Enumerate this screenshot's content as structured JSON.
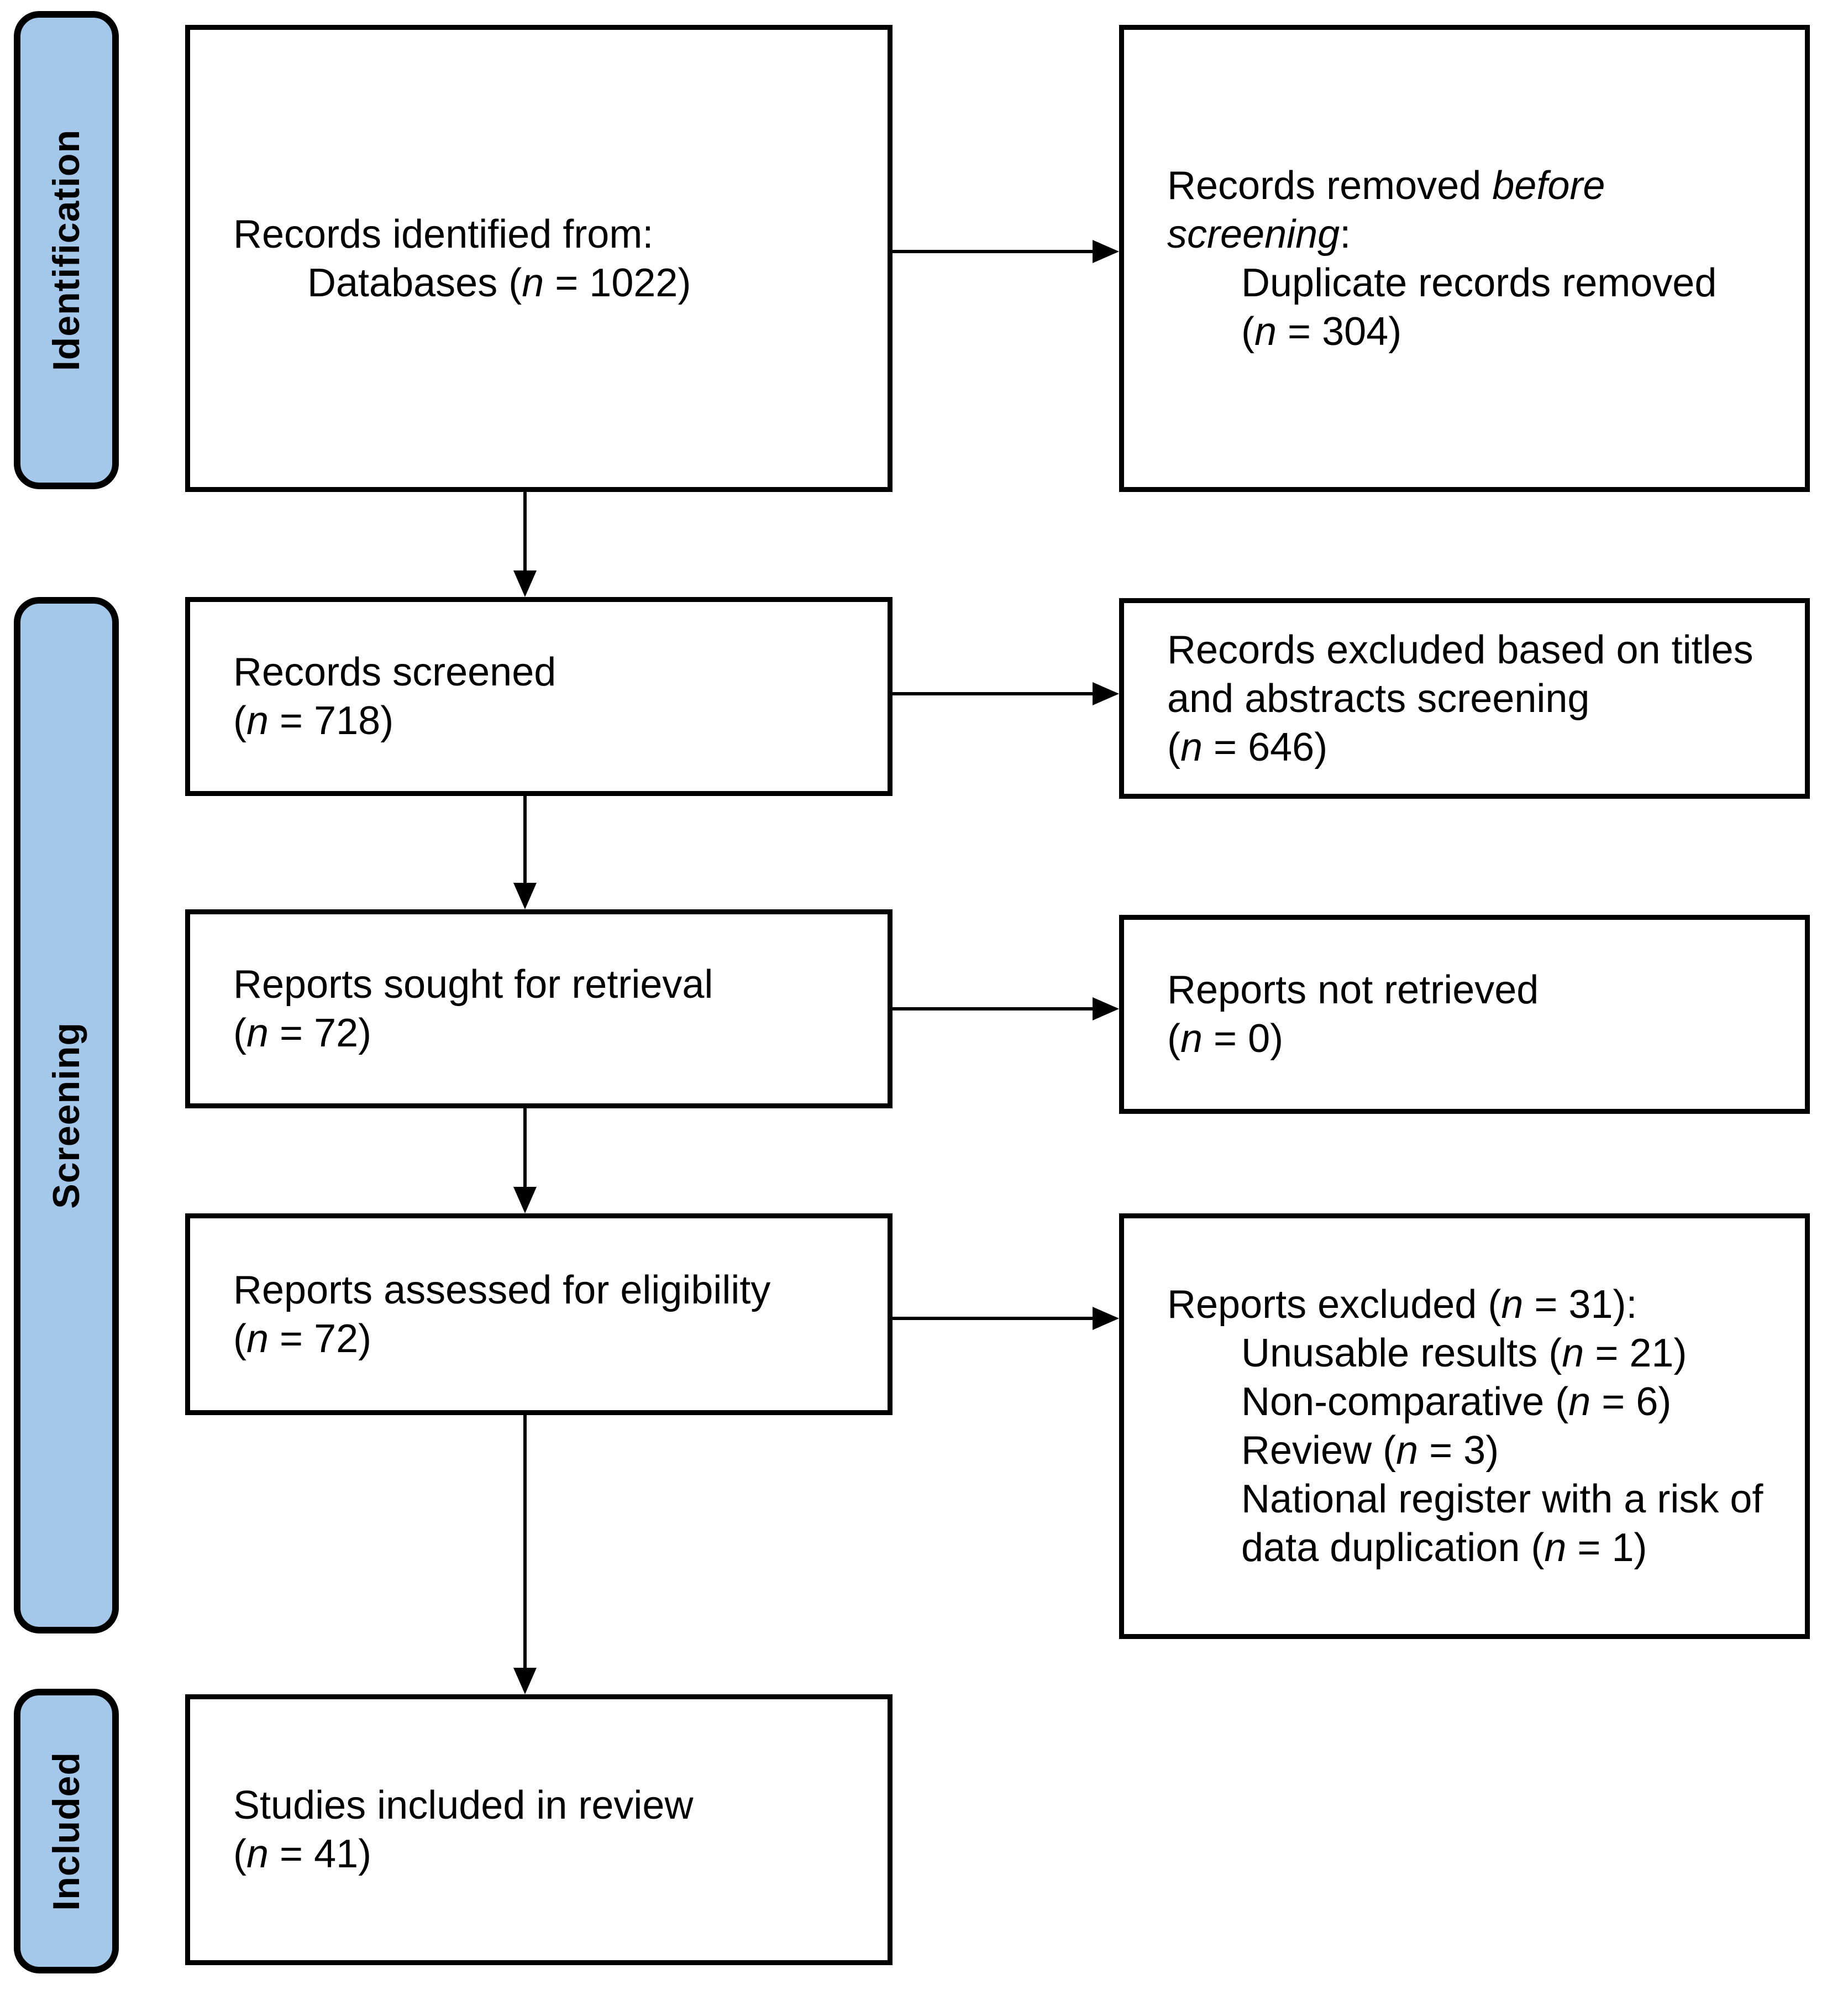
{
  "colors": {
    "background": "#FFFFFF",
    "stage_fill": "#A4C7EA",
    "box_fill": "#FFFFFF",
    "line": "#000000",
    "text": "#000000"
  },
  "stages": [
    {
      "id": "identification",
      "label": "Identification"
    },
    {
      "id": "screening",
      "label": "Screening"
    },
    {
      "id": "included",
      "label": "Included"
    }
  ],
  "boxes": {
    "identified": {
      "lines": [
        {
          "text": "Records identified from:",
          "indent": false
        },
        {
          "text": "Databases (*n* = 1022)",
          "indent": true
        }
      ]
    },
    "removed_before_screening": {
      "lines": [
        {
          "text": "Records removed *before*",
          "indent": false
        },
        {
          "text": "*screening*:",
          "indent": false
        },
        {
          "text": "Duplicate records removed",
          "indent": true
        },
        {
          "text": "(*n* = 304)",
          "indent": true
        }
      ]
    },
    "screened": {
      "lines": [
        {
          "text": "Records screened",
          "indent": false
        },
        {
          "text": "(*n* = 718)",
          "indent": false
        }
      ]
    },
    "excluded_titles_abstracts": {
      "lines": [
        {
          "text": "Records excluded based on titles",
          "indent": false
        },
        {
          "text": "and abstracts screening",
          "indent": false
        },
        {
          "text": "(*n* = 646)",
          "indent": false
        }
      ]
    },
    "sought_for_retrieval": {
      "lines": [
        {
          "text": "Reports sought for retrieval",
          "indent": false
        },
        {
          "text": "(*n* = 72)",
          "indent": false
        }
      ]
    },
    "not_retrieved": {
      "lines": [
        {
          "text": "Reports not retrieved",
          "indent": false
        },
        {
          "text": "(*n* = 0)",
          "indent": false
        }
      ]
    },
    "assessed_for_eligibility": {
      "lines": [
        {
          "text": "Reports assessed for eligibility",
          "indent": false
        },
        {
          "text": "(*n* = 72)",
          "indent": false
        }
      ]
    },
    "excluded_reports": {
      "lines": [
        {
          "text": "Reports excluded (*n* = 31):",
          "indent": false
        },
        {
          "text": "Unusable results (*n* = 21)",
          "indent": true
        },
        {
          "text": "Non-comparative (*n* = 6)",
          "indent": true
        },
        {
          "text": "Review (*n* = 3)",
          "indent": true
        },
        {
          "text": "National register with a risk of",
          "indent": true
        },
        {
          "text": "data duplication (*n* = 1)",
          "indent": true
        }
      ]
    },
    "included_studies": {
      "lines": [
        {
          "text": "Studies included in review",
          "indent": false
        },
        {
          "text": "(*n* = 41)",
          "indent": false
        }
      ]
    }
  },
  "counts": {
    "records_identified": 1022,
    "duplicates_removed": 304,
    "records_screened": 718,
    "excluded_titles_abstracts": 646,
    "reports_sought": 72,
    "reports_not_retrieved": 0,
    "reports_assessed": 72,
    "reports_excluded_total": 31,
    "excluded_unusable_results": 21,
    "excluded_non_comparative": 6,
    "excluded_review": 3,
    "excluded_national_register": 1,
    "studies_included": 41
  }
}
